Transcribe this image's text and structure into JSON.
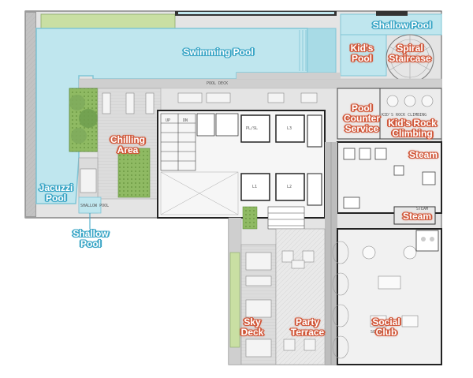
{
  "labels": {
    "shallow_pool_top": "Shallow Pool",
    "swimming_pool": "Swimming Pool",
    "kids_pool": "Kid's\nPool",
    "spiral_staircase": "Spiral\nStaircase",
    "pool_counter_service": "Pool\nCounter\nService",
    "kids_rock_climbing": "Kid's Rock\nClimbing",
    "chilling_area": "Chilling\nArea",
    "steam_upper": "Steam",
    "steam_lower": "Steam",
    "jacuzzi_pool": "Jacuzzi\nPool",
    "shallow_pool_bottom": "Shallow\nPool",
    "sky_deck": "Sky\nDeck",
    "party_terrace": "Party\nTerrace",
    "social_club": "Social\nClub"
  },
  "plan_text": {
    "pool_deck": "POOL DECK",
    "lift_pl": "PL/SL",
    "lift_l3": "L3",
    "lift_l1": "L1",
    "lift_l2": "L2",
    "up": "UP",
    "dn": "DN",
    "kids_rock_climbing_small": "KID'S ROCK CLIMBING",
    "steam_small": "STEAM",
    "shallow_pool_small": "SHALLOW POOL",
    "social_club_small": "SOCIAL CLUB"
  },
  "colors": {
    "pool_water": "#bfe6ee",
    "pool_edge": "#7fc5d6",
    "deck": "#d6d6d6",
    "paving": "#ececec",
    "greenery": "#7faa5c",
    "lawn": "#c9dfa3",
    "wall": "#222222",
    "red_label": "#d2593b",
    "blue_label": "#3aa6c6"
  }
}
